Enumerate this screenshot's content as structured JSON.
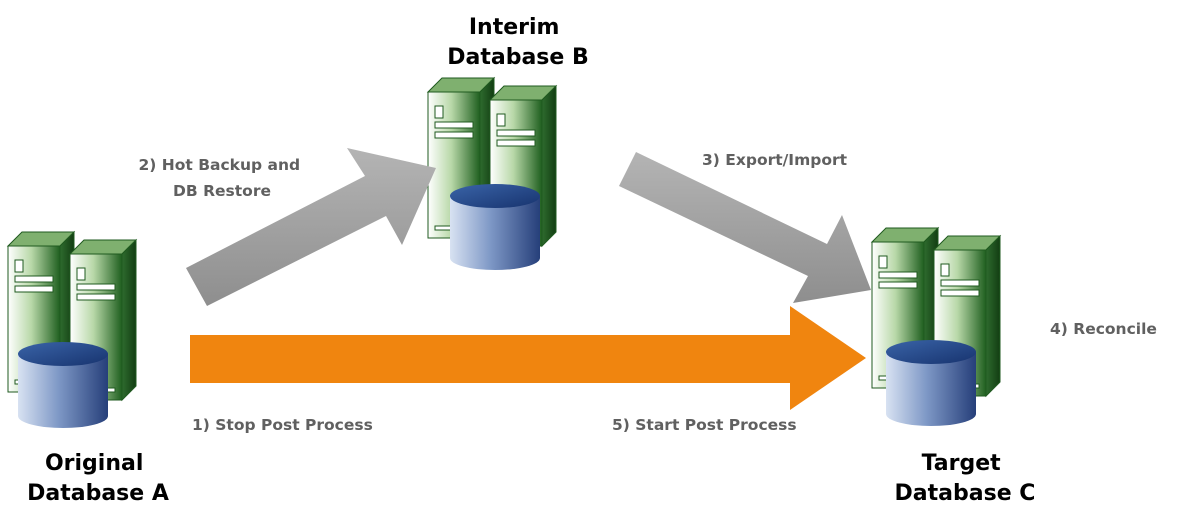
{
  "nodes": {
    "original": {
      "title_line1": "Original",
      "title_line2": "Database A"
    },
    "interim": {
      "title_line1": "Interim",
      "title_line2": "Database B"
    },
    "target": {
      "title_line1": "Target",
      "title_line2": "Database C"
    }
  },
  "steps": {
    "step1": {
      "label": "1) Stop Post Process"
    },
    "step2": {
      "label_line1": "2) Hot Backup and",
      "label_line2": "DB Restore"
    },
    "step3": {
      "label": "3) Export/Import"
    },
    "step4": {
      "label": "4) Reconcile"
    },
    "step5": {
      "label": "5) Start Post Process"
    }
  },
  "colors": {
    "orange_arrow": "#F0850F",
    "gray_arrow": "#A0A0A0",
    "server_green_dark": "#1E5A1E",
    "server_green_light": "#E8F2E2",
    "db_blue": "#2A4F8E",
    "label_gray": "#606060"
  },
  "icons": [
    "server-rack-icon",
    "database-cylinder-icon",
    "arrow-icon"
  ]
}
